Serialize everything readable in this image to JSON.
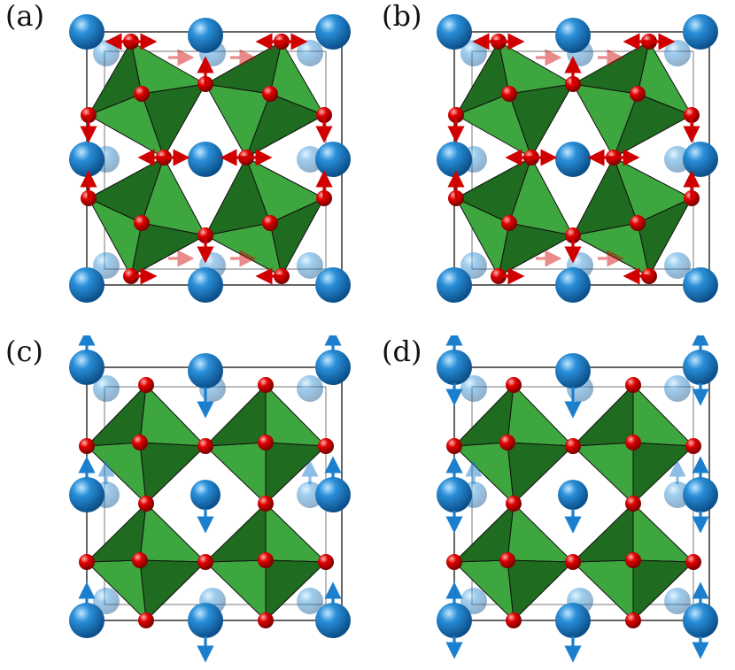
{
  "panels": [
    {
      "id": "a",
      "label": "(a)",
      "tilt": "tilted",
      "octa_color": "#2f8f2f",
      "arrows": "oxygen-red"
    },
    {
      "id": "b",
      "label": "(b)",
      "tilt": "tilted",
      "octa_color": "#2f9f2f",
      "arrows": "oxygen-red"
    },
    {
      "id": "c",
      "label": "(c)",
      "tilt": "straight",
      "octa_color": "#2f8f2f",
      "arrows": "cation-blue-mixed"
    },
    {
      "id": "d",
      "label": "(d)",
      "tilt": "straight",
      "octa_color": "#2f8f2f",
      "arrows": "cation-blue-inplane"
    }
  ],
  "colors": {
    "cation": "#2a8fd8",
    "oxygen": "#e00000",
    "octahedron_dark": "#1f6b1f",
    "octahedron_light": "#3ea63e",
    "edge": "#111111",
    "cell": "#222222"
  },
  "icons": {
    "cation": "blue-sphere-icon",
    "oxygen": "red-sphere-icon",
    "displacement": "arrow-icon"
  }
}
